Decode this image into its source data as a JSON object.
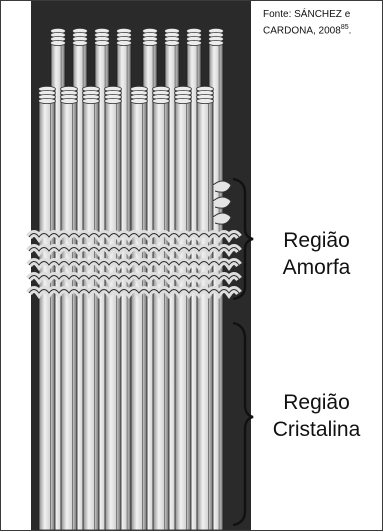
{
  "source": {
    "line1": "Fonte: SÁNCHEZ e",
    "line2": "CARDONA, 2008",
    "ref": "85",
    "end": "."
  },
  "labels": {
    "amorfa_line1": "Região",
    "amorfa_line2": "Amorfa",
    "cristalina_line1": "Região",
    "cristalina_line2": "Cristalina"
  },
  "colors": {
    "fiber_light": "#e6e6e6",
    "fiber_mid": "#b5b5b5",
    "fiber_dark": "#2a2a2a",
    "brace": "#111111",
    "background": "#2a2a2a"
  }
}
